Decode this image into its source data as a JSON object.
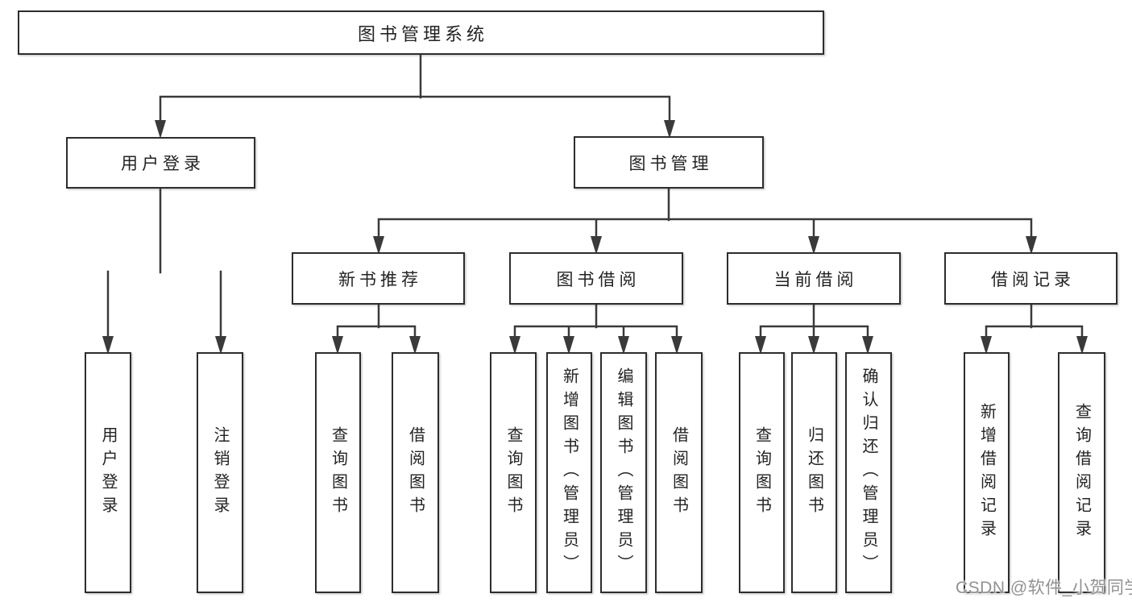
{
  "title": {
    "label": "图书管理系统"
  },
  "level2": {
    "user_login": "用户登录",
    "book_management": "图书管理"
  },
  "level3": {
    "new_book_recommend": "新书推荐",
    "book_borrow": "图书借阅",
    "current_borrow": "当前借阅",
    "borrow_records": "借阅记录"
  },
  "leaves": {
    "user_login": "用户登录",
    "logout": "注销登录",
    "recommend_query_books": "查询图书",
    "recommend_borrow_books": "借阅图书",
    "borrow_query_books": "查询图书",
    "borrow_add_books": "新增图书（管理员）",
    "borrow_edit_books": "编辑图书（管理员）",
    "borrow_borrow_books": "借阅图书",
    "current_query_books": "查询图书",
    "current_return_books": "归还图书",
    "current_confirm_return": "确认归还（管理员）",
    "records_add_record": "新增借阅记录",
    "records_query_record": "查询借阅记录"
  },
  "watermark": "CSDN @软件_小贺同学",
  "colors": {
    "line": "#3a3a3a",
    "box_border": "#2d2d2d",
    "text": "#232323",
    "watermark": "#919191",
    "background": "#ffffff"
  }
}
